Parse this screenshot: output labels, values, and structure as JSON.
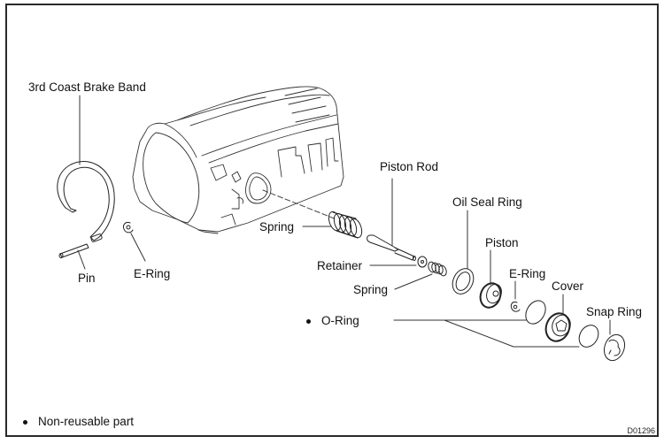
{
  "diagram": {
    "title": "Exploded view: 3rd coast brake band and piston assembly",
    "parts": {
      "brake_band": "3rd Coast Brake Band",
      "pin": "Pin",
      "e_ring_left": "E-Ring",
      "spring_large": "Spring",
      "piston_rod": "Piston Rod",
      "retainer": "Retainer",
      "spring_small": "Spring",
      "oil_seal_ring": "Oil Seal Ring",
      "piston": "Piston",
      "e_ring_right": "E-Ring",
      "cover": "Cover",
      "snap_ring": "Snap Ring",
      "o_ring": "O-Ring"
    },
    "non_reusable_marker": "•",
    "legend": {
      "marker": "•",
      "text": "Non-reusable part"
    },
    "figure_id": "D01296"
  }
}
